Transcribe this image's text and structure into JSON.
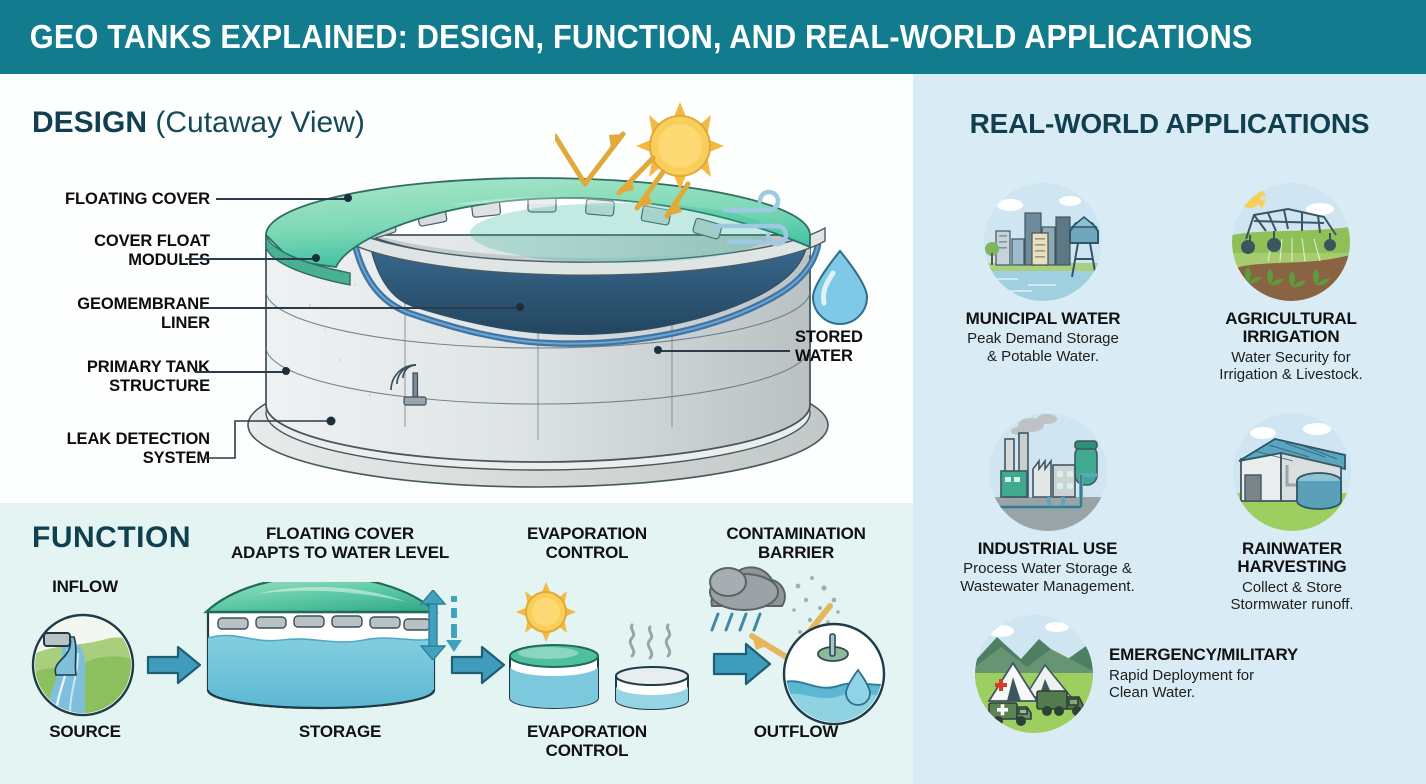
{
  "header": {
    "title": "GEO TANKS EXPLAINED: DESIGN, FUNCTION, AND REAL-WORLD APPLICATIONS",
    "background_color": "#127b8e",
    "text_color": "#ffffff"
  },
  "design": {
    "title_bold": "DESIGN",
    "title_light": " (Cutaway View)",
    "callouts": [
      {
        "label": "FLOATING COVER",
        "id": "floating-cover"
      },
      {
        "label": "COVER FLOAT\nMODULES",
        "id": "cover-float-modules"
      },
      {
        "label": "GEOMEMBRANE\nLINER",
        "id": "geomembrane-liner"
      },
      {
        "label": "PRIMARY TANK\nSTRUCTURE",
        "id": "primary-tank-structure"
      },
      {
        "label": "LEAK DETECTION\nSYSTEM",
        "id": "leak-detection-system"
      }
    ],
    "right_callout": "STORED\nWATER",
    "icons": [
      "sun-icon",
      "sun-ray-arrow-icon",
      "reflection-arrow-icon",
      "wind-icon",
      "water-droplet-icon",
      "leak-sensor-icon"
    ],
    "colors": {
      "cover_top": "#8fdcbb",
      "cover_shade": "#3fbfa0",
      "water": "#2e5c7e",
      "concrete": "#dfe3e4",
      "liner": "#3a6e9e"
    }
  },
  "function": {
    "title": "FUNCTION",
    "steps": [
      {
        "id": "inflow",
        "top_label": "INFLOW",
        "bottom_label": "SOURCE",
        "icon": "water-source-icon"
      },
      {
        "id": "storage",
        "top_label": "FLOATING COVER\nADAPTS TO WATER LEVEL",
        "bottom_label": "STORAGE",
        "icon": "covered-tank-icon"
      },
      {
        "id": "evaporation",
        "top_label": "EVAPORATION\nCONTROL",
        "bottom_label": "EVAPORATION\nCONTROL",
        "icon": "sun-and-tanks-icon"
      },
      {
        "id": "outflow",
        "top_label": "CONTAMINATION\nBARRIER",
        "bottom_label": "OUTFLOW",
        "icon": "clean-water-outflow-icon"
      }
    ],
    "icons": [
      "arrow-right-icon",
      "up-down-arrow-icon",
      "sun-icon",
      "vapor-icon",
      "rain-cloud-icon",
      "dust-icon",
      "deflect-arrow-icon"
    ],
    "background_color": "#e4f4f3"
  },
  "applications": {
    "title": "REAL-WORLD APPLICATIONS",
    "background_color": "#d9ecf6",
    "cards": [
      {
        "id": "municipal-water",
        "name": "MUNICIPAL WATER",
        "desc": "Peak Demand Storage\n& Potable Water.",
        "icon": "city-skyline-water-tower-icon"
      },
      {
        "id": "agricultural-irrigation",
        "name": "AGRICULTURAL\nIRRIGATION",
        "desc": "Water Security for\nIrrigation & Livestock.",
        "icon": "center-pivot-irrigation-icon"
      },
      {
        "id": "industrial-use",
        "name": "INDUSTRIAL USE",
        "desc": "Process Water Storage &\nWastewater Management.",
        "icon": "factory-icon"
      },
      {
        "id": "rainwater-harvesting",
        "name": "RAINWATER\nHARVESTING",
        "desc": "Collect & Store\nStormwater runoff.",
        "icon": "barn-cistern-icon"
      },
      {
        "id": "emergency-military",
        "name": "EMERGENCY/MILITARY",
        "desc": "Rapid Deployment for\nClean Water.",
        "icon": "field-camp-trucks-icon"
      }
    ]
  }
}
